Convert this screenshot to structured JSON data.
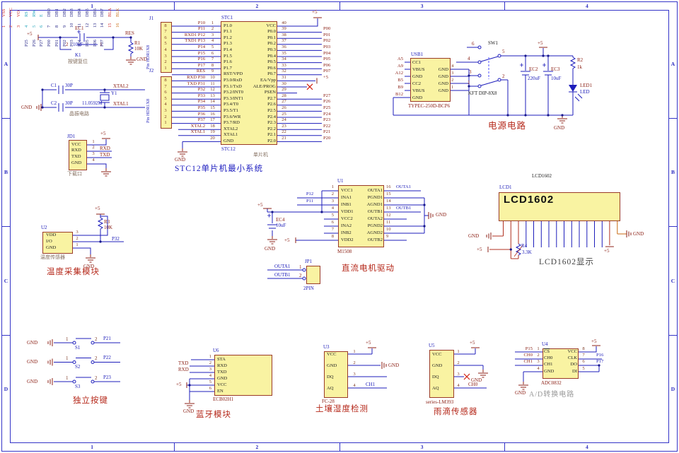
{
  "sym": {
    "p5": "+5",
    "gnd": "GND"
  },
  "frame": {
    "cols": [
      "1",
      "2",
      "3",
      "4"
    ],
    "rows": [
      "A",
      "B",
      "C",
      "D"
    ]
  },
  "reset": {
    "ec1": "EC1",
    "val": "10uF",
    "n2": "2",
    "n1": "1",
    "k1": "K1",
    "cap": "按键复位",
    "res": "RES",
    "r1": "R1",
    "r1v": "10K"
  },
  "crystal": {
    "c1": "C1",
    "c1v": "30P",
    "c2": "C2",
    "c2v": "30P",
    "y1": "Y1",
    "y1v": "11.0592M",
    "x2": "XTAL2",
    "x1": "XTAL1",
    "cap": "晶振电路"
  },
  "dl": {
    "des": "JD1",
    "cap": "下载口",
    "rxd": "RXD",
    "txd": "TXD",
    "pins": [
      {
        "t": "VCC",
        "n": "1"
      },
      {
        "t": "RXD",
        "n": "2"
      },
      {
        "t": "TXD",
        "n": "3"
      },
      {
        "t": "GND",
        "n": "4"
      }
    ]
  },
  "hdr": {
    "j1": "J1",
    "j2": "J2",
    "part": "Pin HDR1X8",
    "pins": [
      "8",
      "7",
      "6",
      "5",
      "4",
      "3",
      "2",
      "1"
    ]
  },
  "mcu": {
    "des": "STC1",
    "part": "STC12",
    "cap": "单片机",
    "title": "STC12单片机最小系统",
    "rows": [
      {
        "ln": "P10",
        "lno": "1",
        "lin": "P1.0",
        "rin": "VCC",
        "rno": "40",
        "rn": ""
      },
      {
        "ln": "P11",
        "lno": "2",
        "lin": "P1.1",
        "rin": "P0.0",
        "rno": "39",
        "rn": "P00"
      },
      {
        "ln": "RXD1 P12",
        "lno": "3",
        "lin": "P1.2",
        "rin": "P0.1",
        "rno": "38",
        "rn": "P01"
      },
      {
        "ln": "TXD1 P13",
        "lno": "4",
        "lin": "P1.3",
        "rin": "P0.2",
        "rno": "37",
        "rn": "P02"
      },
      {
        "ln": "P14",
        "lno": "5",
        "lin": "P1.4",
        "rin": "P0.3",
        "rno": "36",
        "rn": "P03"
      },
      {
        "ln": "P15",
        "lno": "6",
        "lin": "P1.5",
        "rin": "P0.4",
        "rno": "35",
        "rn": "P04"
      },
      {
        "ln": "P16",
        "lno": "7",
        "lin": "P1.6",
        "rin": "P0.5",
        "rno": "34",
        "rn": "P05"
      },
      {
        "ln": "P17",
        "lno": "8",
        "lin": "P1.7",
        "rin": "P0.6",
        "rno": "33",
        "rn": "P06"
      },
      {
        "ln": "RES",
        "lno": "9",
        "lin": "RST/VPD",
        "rin": "P0.7",
        "rno": "32",
        "rn": "P07"
      },
      {
        "ln": "RXD P30",
        "lno": "10",
        "lin": "P3.0/RxD",
        "rin": "EA/Vpp",
        "rno": "31",
        "rn": "+5"
      },
      {
        "ln": "TXD P31",
        "lno": "11",
        "lin": "P3.1/TxD",
        "rin": "ALE/PROG",
        "rno": "30",
        "rn": ""
      },
      {
        "ln": "P32",
        "lno": "12",
        "lin": "P3.2/INT0",
        "rin": "PSEN",
        "rno": "29",
        "rn": ""
      },
      {
        "ln": "P33",
        "lno": "13",
        "lin": "P3.3/INT1",
        "rin": "P2.7",
        "rno": "28",
        "rn": "P27"
      },
      {
        "ln": "P34",
        "lno": "14",
        "lin": "P3.4/T0",
        "rin": "P2.6",
        "rno": "27",
        "rn": "P26"
      },
      {
        "ln": "P35",
        "lno": "15",
        "lin": "P3.5/T1",
        "rin": "P2.5",
        "rno": "26",
        "rn": "P25"
      },
      {
        "ln": "P36",
        "lno": "16",
        "lin": "P3.6/WR",
        "rin": "P2.4",
        "rno": "25",
        "rn": "P24"
      },
      {
        "ln": "P37",
        "lno": "17",
        "lin": "P3.7/RD",
        "rin": "P2.3",
        "rno": "24",
        "rn": "P23"
      },
      {
        "ln": "XTAL2",
        "lno": "18",
        "lin": "XTAL2",
        "rin": "P2.2",
        "rno": "23",
        "rn": "P22"
      },
      {
        "ln": "XTAL1",
        "lno": "19",
        "lin": "XTAL1",
        "rin": "P2.1",
        "rno": "22",
        "rn": "P21"
      },
      {
        "ln": "",
        "lno": "20",
        "lin": "GND",
        "rin": "P2.0",
        "rno": "21",
        "rn": "P20"
      }
    ]
  },
  "temp": {
    "des": "U2",
    "part": "温度传感器",
    "title": "温度采集模块",
    "r3": "R3",
    "r3v": "10K",
    "net": "P32",
    "pins": [
      {
        "t": "VDD",
        "n": "3"
      },
      {
        "t": "I/O",
        "n": "2"
      },
      {
        "t": "GND",
        "n": "1"
      }
    ]
  },
  "keys": {
    "title": "独立按键",
    "rows": [
      {
        "n1": "1",
        "n2": "2",
        "sw": "S1",
        "net": "P21"
      },
      {
        "n1": "1",
        "n2": "2",
        "sw": "S2",
        "net": "P22"
      },
      {
        "n1": "1",
        "n2": "2",
        "sw": "S3",
        "net": "P23"
      }
    ]
  },
  "bt": {
    "des": "U6",
    "part": "ECB02H1",
    "title": "蓝牙模块",
    "txd": "TXD",
    "rxd": "RXD",
    "pins": [
      {
        "n": "1",
        "t": "STA"
      },
      {
        "n": "2",
        "t": "RXD"
      },
      {
        "n": "3",
        "t": "TXD"
      },
      {
        "n": "4",
        "t": "GND"
      },
      {
        "n": "5",
        "t": "VCC"
      },
      {
        "n": "6",
        "t": "EN"
      }
    ]
  },
  "motor": {
    "des": "U1",
    "part": "M1508",
    "title": "直流电机驱动",
    "ec4": "EC4",
    "ec4v": "10uF",
    "jp": "JP1",
    "jpp": "2PIN",
    "jp1": "1",
    "jp2": "2",
    "jpa": "OUTA1",
    "jpb": "OUTB1",
    "rows": [
      {
        "ln": "",
        "lno": "1",
        "lin": "VCC1",
        "rin": "OUTA1",
        "rno": "16",
        "rn": "OUTA1"
      },
      {
        "ln": "P12",
        "lno": "2",
        "lin": "INA1",
        "rin": "PGND1",
        "rno": "15",
        "rn": ""
      },
      {
        "ln": "P11",
        "lno": "3",
        "lin": "INB1",
        "rin": "AGND1",
        "rno": "14",
        "rn": ""
      },
      {
        "ln": "",
        "lno": "4",
        "lin": "VDD1",
        "rin": "OUTB1",
        "rno": "13",
        "rn": "OUTB1"
      },
      {
        "ln": "",
        "lno": "5",
        "lin": "VCC2",
        "rin": "OUTA2",
        "rno": "12",
        "rn": ""
      },
      {
        "ln": "",
        "lno": "6",
        "lin": "INA2",
        "rin": "PGND2",
        "rno": "11",
        "rn": ""
      },
      {
        "ln": "",
        "lno": "7",
        "lin": "INB2",
        "rin": "AGND2",
        "rno": "10",
        "rn": ""
      },
      {
        "ln": "",
        "lno": "8",
        "lin": "VDD2",
        "rin": "OUTB2",
        "rno": "9",
        "rn": ""
      }
    ]
  },
  "power": {
    "des": "USB1",
    "part": "TYPEC-250D-BCP6",
    "sw": "SW1",
    "swpart": "KFT DIP-8X8",
    "s6": "6",
    "s4": "4",
    "s3": "3",
    "s1": "1",
    "s5": "5",
    "s2": "2",
    "ec2": "EC2",
    "ec2v": "220uF",
    "ec3": "EC3",
    "ec3v": "10uF",
    "r2": "R2",
    "r2v": "1k",
    "led": "LED1",
    "ledv": "LED",
    "title": "电源电路",
    "rows": [
      {
        "out": "A5",
        "lin": "CC1",
        "rin": "",
        "rno": ""
      },
      {
        "out": "A9",
        "lin": "VBUS",
        "rin": "GND",
        "rno": "4"
      },
      {
        "out": "A12",
        "lin": "GND",
        "rin": "GND",
        "rno": "3"
      },
      {
        "out": "B5",
        "lin": "CC2",
        "rin": "GND",
        "rno": "2"
      },
      {
        "out": "B9",
        "lin": "VBUS",
        "rin": "GND",
        "rno": "1"
      },
      {
        "out": "B12",
        "lin": "GND",
        "rin": "",
        "rno": ""
      }
    ]
  },
  "lcd": {
    "lbl": "LCD1602",
    "des": "LCD1",
    "big": "LCD1602",
    "r4": "R4",
    "r4v": "3.3K",
    "title": "LCD1602显示",
    "cols": [
      {
        "name": "VSS",
        "num": "1",
        "net": "",
        "cls": "pr"
      },
      {
        "name": "VCC",
        "num": "2",
        "net": "",
        "cls": "pr"
      },
      {
        "name": "VO",
        "num": "3",
        "net": "",
        "cls": "pr"
      },
      {
        "name": "RS",
        "num": "4",
        "net": "P25",
        "cls": "pc"
      },
      {
        "name": "RW",
        "num": "5",
        "net": "P26",
        "cls": "pc"
      },
      {
        "name": "E",
        "num": "6",
        "net": "P27",
        "cls": "pc"
      },
      {
        "name": "DB0",
        "num": "7",
        "net": "P00",
        "cls": "pk"
      },
      {
        "name": "DB1",
        "num": "8",
        "net": "P01",
        "cls": "pk"
      },
      {
        "name": "DB2",
        "num": "9",
        "net": "P02",
        "cls": "pk"
      },
      {
        "name": "DB3",
        "num": "10",
        "net": "P03",
        "cls": "pk"
      },
      {
        "name": "DB4",
        "num": "11",
        "net": "P04",
        "cls": "pk"
      },
      {
        "name": "DB5",
        "num": "12",
        "net": "P05",
        "cls": "pk"
      },
      {
        "name": "DB6",
        "num": "13",
        "net": "P06",
        "cls": "pk"
      },
      {
        "name": "DB7",
        "num": "14",
        "net": "P07",
        "cls": "pk"
      },
      {
        "name": "BLA",
        "num": "15",
        "net": "",
        "cls": "pr"
      },
      {
        "name": "BLK",
        "num": "16",
        "net": "",
        "cls": "po"
      }
    ]
  },
  "soil": {
    "des": "U3",
    "part": "FC-28",
    "title": "土壤湿度检测",
    "net": "CH1",
    "pins": [
      {
        "t": "VCC",
        "n": "1"
      },
      {
        "t": "GND",
        "n": "2"
      },
      {
        "t": "DQ",
        "n": "3"
      },
      {
        "t": "AQ",
        "n": "4"
      }
    ]
  },
  "rain": {
    "des": "U5",
    "part": "series-LM393",
    "title": "雨滴传感器",
    "net": "CH0",
    "pins": [
      {
        "t": "VCC",
        "n": "1"
      },
      {
        "t": "GND",
        "n": "2"
      },
      {
        "t": "DQ",
        "n": "3"
      },
      {
        "t": "AQ",
        "n": "4"
      }
    ]
  },
  "adc": {
    "des": "U4",
    "part": "ADC0832",
    "title": "A/D转换电路",
    "rows": [
      {
        "ln": "P15",
        "lno": "1",
        "lin": "CS",
        "lincls": "ovl",
        "rin": "VCC",
        "rno": "8",
        "rn": ""
      },
      {
        "ln": "CH0",
        "lno": "2",
        "lin": "CH0",
        "rin": "CLK",
        "rno": "7",
        "rn": "P16"
      },
      {
        "ln": "CH1",
        "lno": "3",
        "lin": "CH1",
        "rin": "DO",
        "rno": "6",
        "rn": "P17"
      },
      {
        "ln": "",
        "lno": "4",
        "lin": "GND",
        "rin": "DI",
        "rno": "5",
        "rn": ""
      }
    ]
  }
}
